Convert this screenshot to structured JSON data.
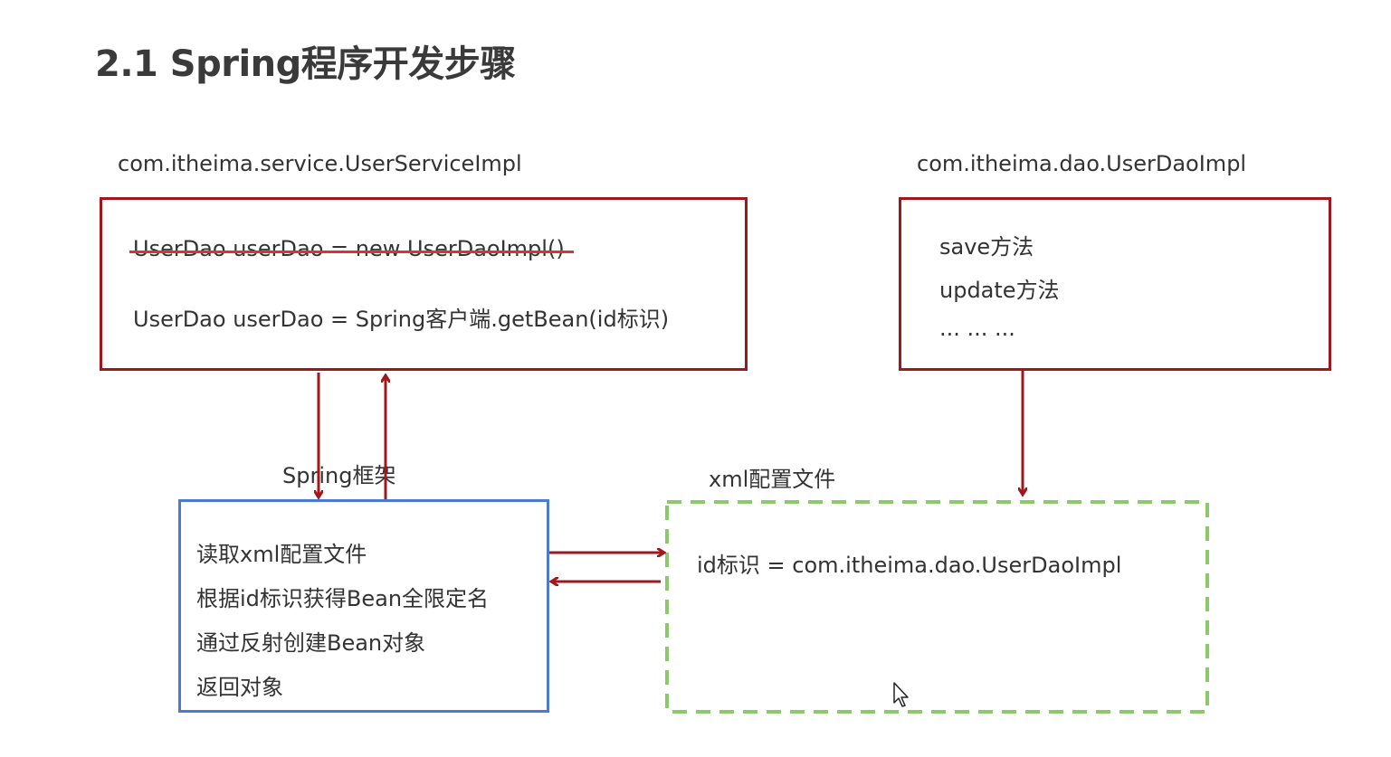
{
  "title": "2.1 Spring程序开发步骤",
  "service_box": {
    "class_name": "com.itheima.service.UserServiceImpl",
    "old_line": "UserDao userDao = new UserDaoImpl()",
    "new_line": "UserDao userDao = Spring客户端.getBean(id标识)"
  },
  "dao_box": {
    "class_name": "com.itheima.dao.UserDaoImpl",
    "lines": [
      "save方法",
      "update方法",
      "... ... ..."
    ]
  },
  "spring_box": {
    "label": "Spring框架",
    "lines": [
      "读取xml配置文件",
      "根据id标识获得Bean全限定名",
      "通过反射创建Bean对象",
      "返回对象"
    ]
  },
  "xml_box": {
    "label": "xml配置文件",
    "content": "id标识 = com.itheima.dao.UserDaoImpl"
  },
  "colors": {
    "arrow_red": "#a0181c",
    "strike_red": "#e03030",
    "spring_blue": "#4a7bd0",
    "xml_green": "#8cc96a"
  }
}
